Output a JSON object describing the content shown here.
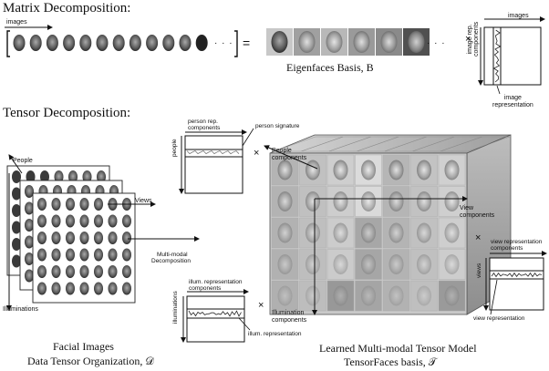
{
  "matrix": {
    "heading": "Matrix Decomposition:",
    "images_label": "images",
    "equals": "=",
    "dots": "· · ·",
    "times": "×",
    "basis_caption": "Eigenfaces Basis, B",
    "images_label_right": "images",
    "image_rep_components": [
      "image rep.",
      "components"
    ],
    "image_representation": [
      "image",
      "representation"
    ]
  },
  "tensor": {
    "heading": "Tensor Decomposition:",
    "people": "People",
    "views": "Views",
    "illuminations": "Illuminations",
    "multimodal": [
      "Multi-modal",
      "Decomposition"
    ],
    "facial_images": "Facial Images",
    "data_tensor": "Data Tensor Organization, 𝒟",
    "person_rep_components": [
      "person rep.",
      "components"
    ],
    "person_signature": "person signature",
    "people_axis": "people",
    "times": "×",
    "people_components": [
      "People",
      "components"
    ],
    "view_components": [
      "View",
      "components"
    ],
    "illumination_components": [
      "Illumination",
      "components"
    ],
    "illum_rep_components": [
      "illum. representation",
      "components"
    ],
    "illuminations_axis": "illuminations",
    "illum_representation": "illum. representation",
    "view_rep_components": [
      "view representation",
      "components"
    ],
    "views_axis": "views",
    "view_representation": "view representation",
    "learned_caption": "Learned Multi-modal Tensor Model",
    "tensorfaces_caption": "TensorFaces basis, 𝒯"
  }
}
